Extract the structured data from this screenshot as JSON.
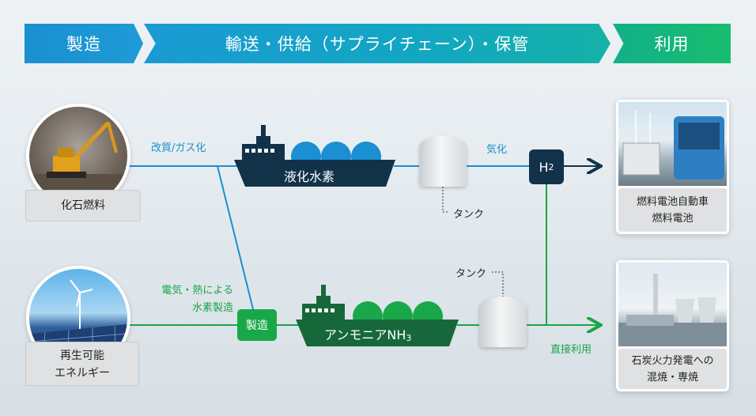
{
  "stages": {
    "production": "製造",
    "transport": "輸送・供給（サプライチェーン）・保管",
    "utilization": "利用"
  },
  "sources": {
    "fossil": "化石燃料",
    "renewable_line1": "再生可能",
    "renewable_line2": "エネルギー"
  },
  "notes": {
    "reforming": "改質/ガス化",
    "electro_line1": "電気・熱による",
    "electro_line2": "水素製造",
    "gasify": "気化",
    "tank_top": "タンク",
    "tank_bottom": "タンク",
    "direct_use": "直接利用"
  },
  "boxes": {
    "manufacture": "製造",
    "h2_main": "H",
    "h2_sub": "2"
  },
  "ships": {
    "liquid_h2": "液化水素",
    "ammonia_main": "アンモニアNH",
    "ammonia_sub": "3"
  },
  "uses": {
    "fuelcell_line1": "燃料電池自動車",
    "fuelcell_line2": "燃料電池",
    "cofiring_line1": "石炭火力発電への",
    "cofiring_line2": "混焼・専焼"
  },
  "colors": {
    "blue_line": "#1a8fd1",
    "green_line": "#1aa546",
    "dark_navy": "#12324a",
    "dark_green": "#16683a"
  }
}
